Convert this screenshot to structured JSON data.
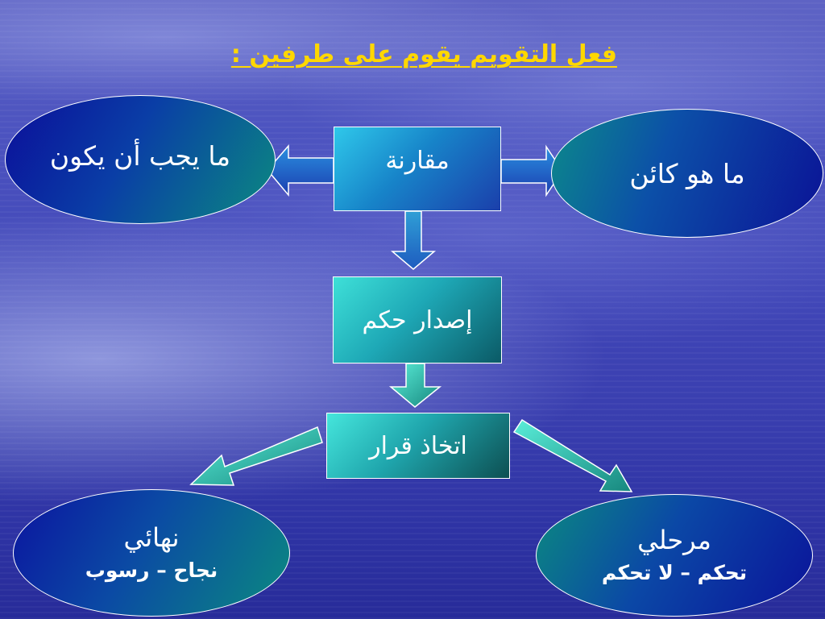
{
  "title": "فعل التقويم يقوم على طرفين :",
  "nodes": {
    "compare": "مقارنة",
    "should_be": "ما يجب أن يكون",
    "what_is": "ما هو كائن",
    "judgment": "إصدار حكم",
    "decision": "اتخاذ قرار",
    "final": {
      "label": "نهائي",
      "detail": "نجاح – رسوب"
    },
    "stage": {
      "label": "مرحلي",
      "detail": "تحكم – لا تحكم"
    }
  },
  "colors": {
    "title": "#ffd700",
    "background_top": "#5e63c4",
    "background_bottom": "#272b99",
    "box_blue": "#1784c9",
    "box_teal": "#1ea8b6",
    "ellipse_blue": "#0b0e9a",
    "ellipse_teal": "#0b8a80"
  }
}
